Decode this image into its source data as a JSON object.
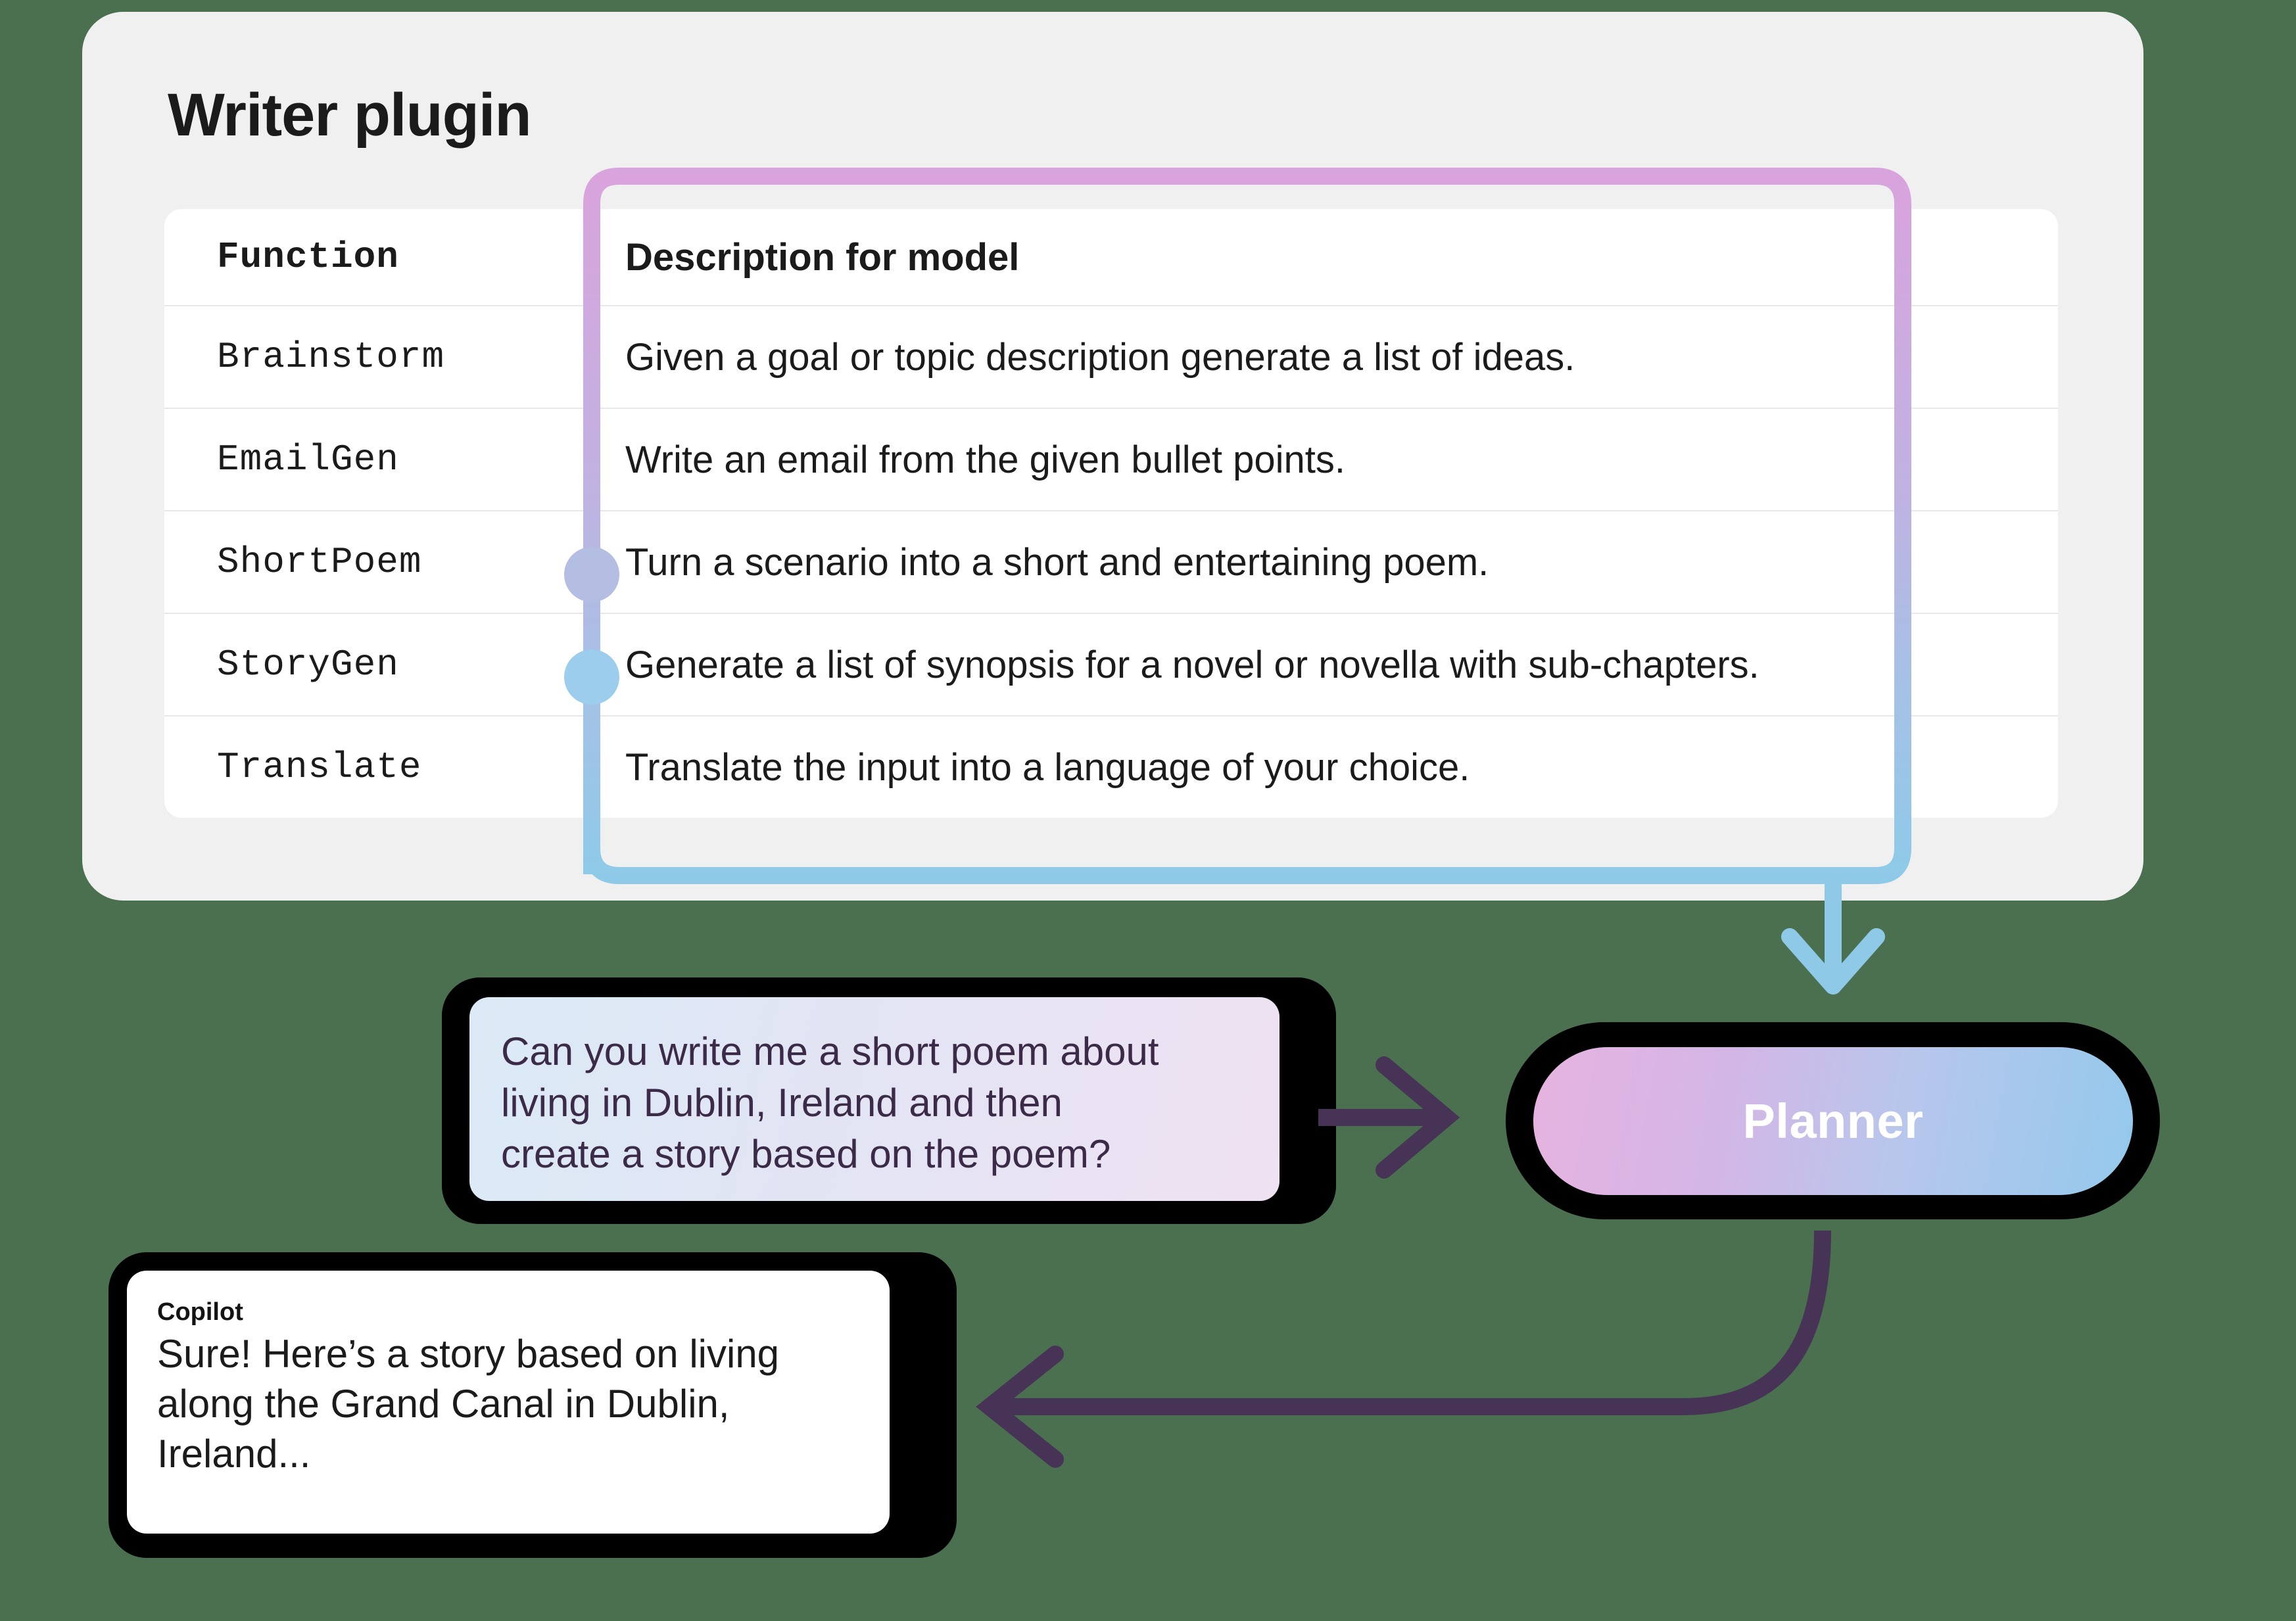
{
  "page": {
    "background_color": "#4a7050"
  },
  "plugin_card": {
    "title": "Writer plugin",
    "background_color": "#f0f0f0",
    "table": {
      "columns": [
        "Function",
        "Description for model"
      ],
      "rows": [
        {
          "function": "Brainstorm",
          "description": "Given a goal or topic description generate a list of ideas.",
          "marker": null
        },
        {
          "function": "EmailGen",
          "description": "Write an email from the given bullet points.",
          "marker": null
        },
        {
          "function": "ShortPoem",
          "description": "Turn a scenario into a short and entertaining poem.",
          "marker": "#b4bde2"
        },
        {
          "function": "StoryGen",
          "description": "Generate a list of synopsis for a novel or novella with sub-chapters.",
          "marker": "#9ccdec"
        },
        {
          "function": "Translate",
          "description": "Translate the input into a language of your choice.",
          "marker": null
        }
      ]
    }
  },
  "connector": {
    "gradient_start_color": "#d9a3dd",
    "gradient_mid_color": "#bdb4e0",
    "gradient_end_color": "#8ecae8",
    "arrow_color": "#8ecae8"
  },
  "planner": {
    "label": "Planner",
    "gradient_start_color": "#e7b3e0",
    "gradient_end_color": "#93c9ec",
    "outline_color": "#000000",
    "text_color": "#ffffff"
  },
  "user_message": {
    "text": "Can you write me a short poem about\nliving in Dublin, Ireland and then\ncreate a story based on the poem?",
    "text_color": "#3b2b49",
    "gradient_start_color": "#dbeaf6",
    "gradient_end_color": "#efe2f2"
  },
  "copilot_message": {
    "sender": "Copilot",
    "text": "Sure! Here’s a story based on living\nalong the Grand Canal in Dublin,\nIreland...",
    "background_color": "#ffffff",
    "text_color": "#1b1b1b"
  },
  "flow_arrows": {
    "request_arrow_color": "#473355",
    "response_arrow_color": "#473355"
  }
}
